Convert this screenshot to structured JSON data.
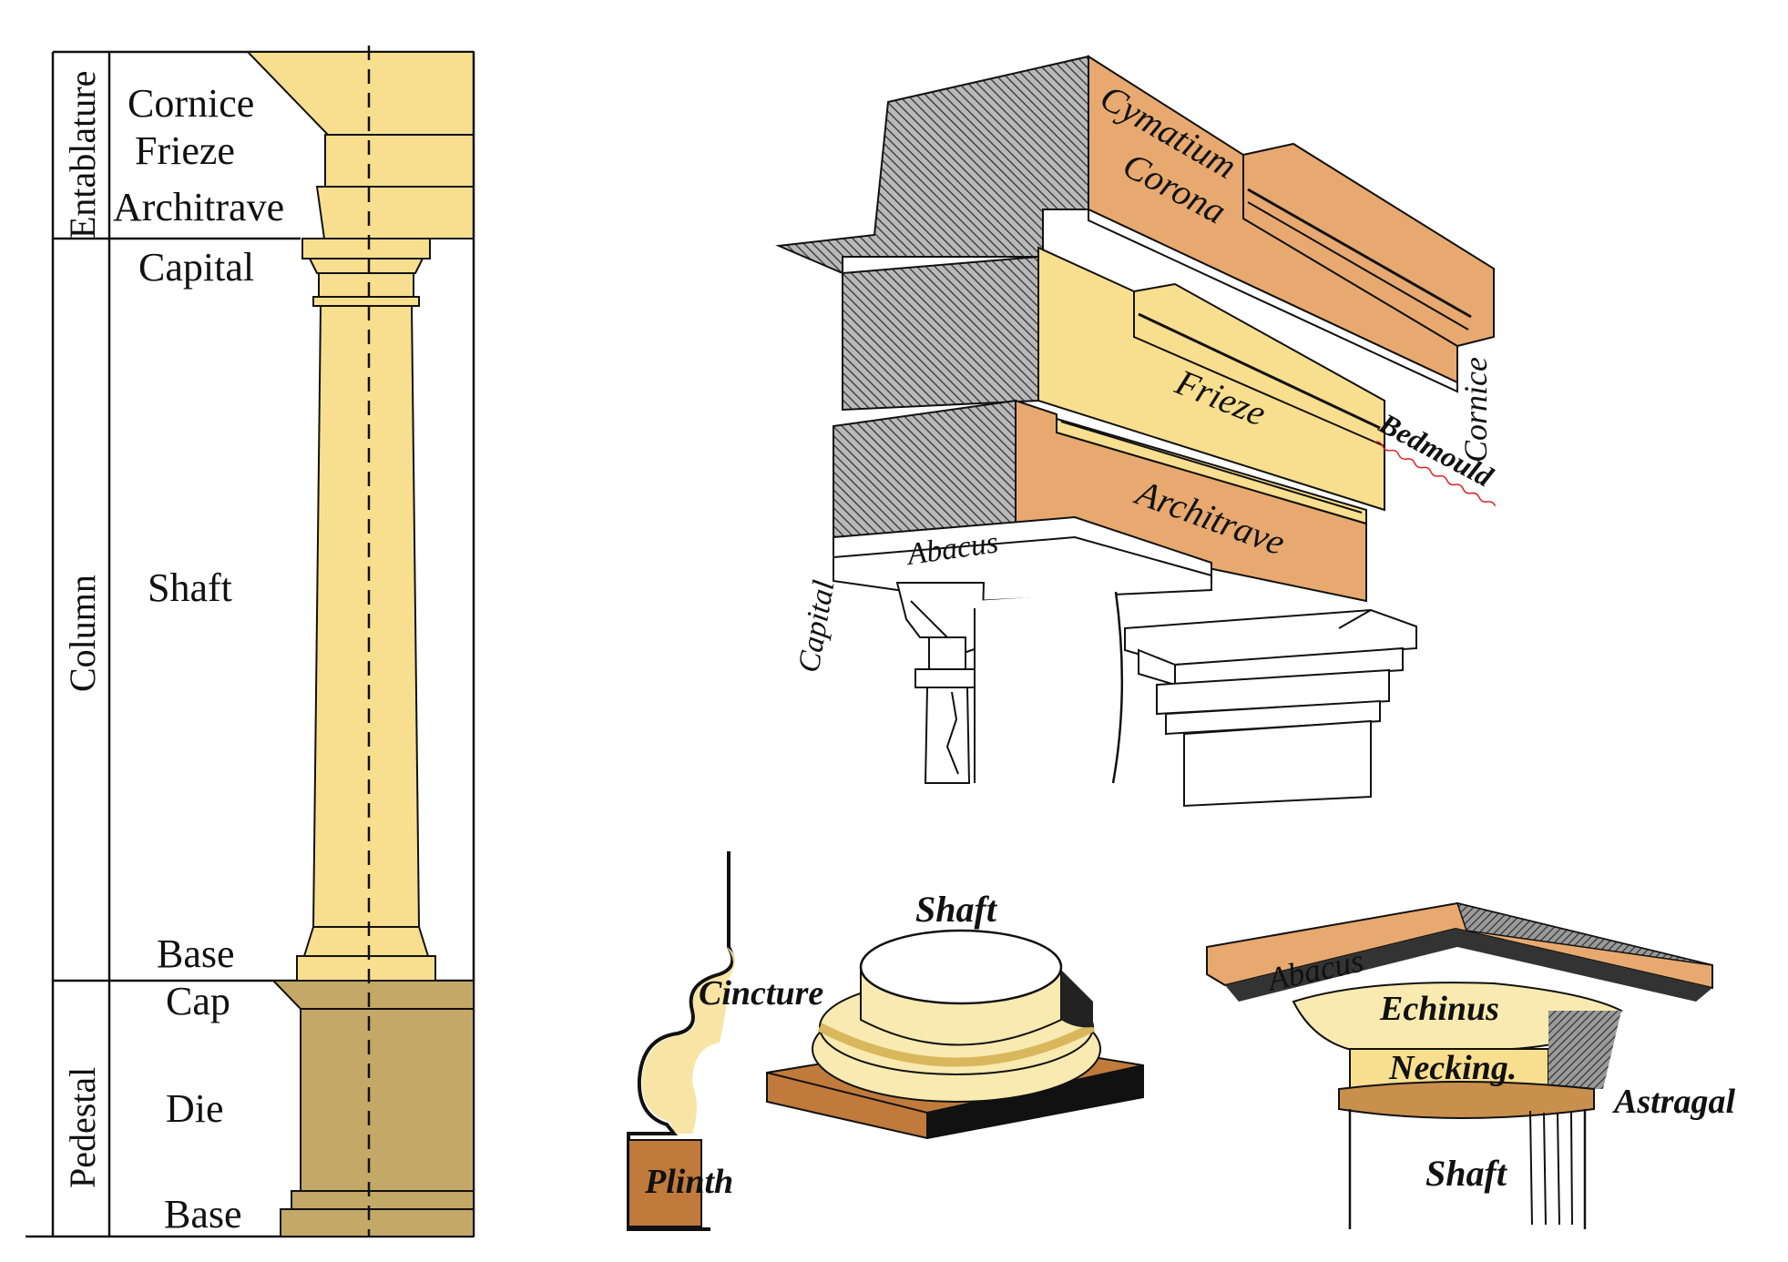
{
  "colors": {
    "light_yellow": "#f8df8f",
    "pale_yellow": "#f7e29b",
    "tan": "#c3a868",
    "orange_tan": "#e7a970",
    "brown": "#c07a3c",
    "cream": "#f8eab0",
    "hatch_gray": "#8a8a8a",
    "line": "#111111"
  },
  "column_diagram": {
    "groups": {
      "entablature": "Entablature",
      "column": "Column",
      "pedestal": "Pedestal"
    },
    "parts": {
      "cornice": "Cornice",
      "frieze": "Frieze",
      "architrave": "Architrave",
      "capital": "Capital",
      "shaft": "Shaft",
      "base": "Base",
      "cap": "Cap",
      "die": "Die",
      "pedestal_base": "Base"
    }
  },
  "entablature_drawing": {
    "labels": {
      "cymatium": "Cymatium",
      "corona": "Corona",
      "frieze": "Frieze",
      "cornice": "Cornice",
      "bedmould": "Bedmould",
      "architrave": "Architrave",
      "abacus": "Abacus",
      "capital": "Capital"
    }
  },
  "base_drawing": {
    "labels": {
      "shaft": "Shaft",
      "cincture": "Cincture",
      "plinth": "Plinth"
    }
  },
  "capital_drawing": {
    "labels": {
      "abacus": "Abacus",
      "echinus": "Echinus",
      "necking": "Necking.",
      "astragal": "Astragal",
      "shaft": "Shaft"
    }
  }
}
